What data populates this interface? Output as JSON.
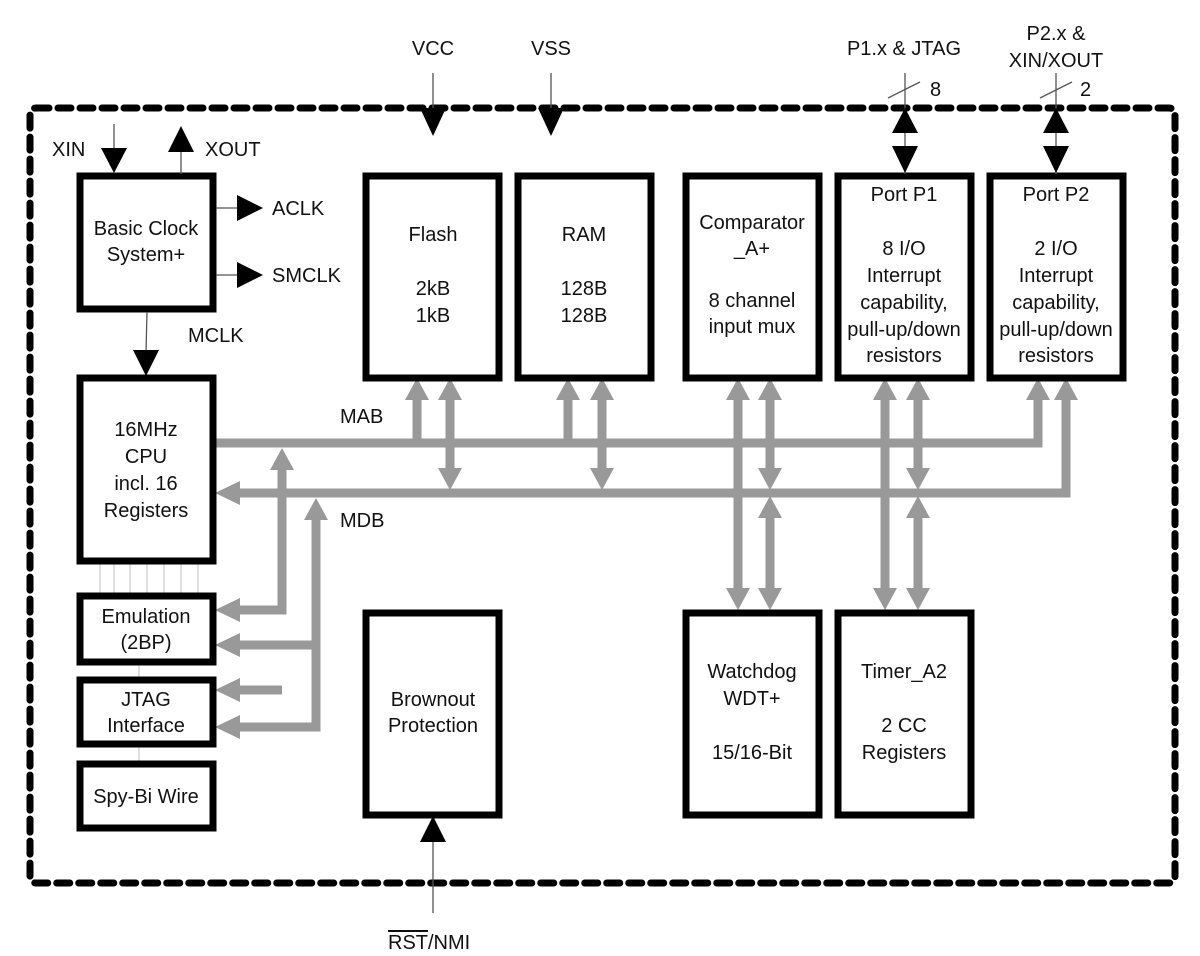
{
  "title": "MSP430 Functional Block Diagram",
  "colors": {
    "block_border": "#000000",
    "bus": "#999999",
    "boundary": "#000000"
  },
  "external_pins": {
    "vcc": "VCC",
    "vss": "VSS",
    "p1": "P1.x & JTAG",
    "p1_width": "8",
    "p2_line1": "P2.x &",
    "p2_line2": "XIN/XOUT",
    "p2_width": "2",
    "xin": "XIN",
    "xout": "XOUT",
    "rst_bar": "RST",
    "rst_rest": "/NMI"
  },
  "clock_signals": {
    "aclk": "ACLK",
    "smclk": "SMCLK",
    "mclk": "MCLK"
  },
  "buses": {
    "mab": "MAB",
    "mdb": "MDB"
  },
  "blocks": {
    "clock": [
      "Basic Clock",
      "System+"
    ],
    "flash": [
      "Flash",
      "",
      "2kB",
      "1kB"
    ],
    "ram": [
      "RAM",
      "",
      "128B",
      "128B"
    ],
    "comparator": [
      "Comparator",
      "_A+",
      "",
      "8 channel",
      "input mux"
    ],
    "port1": [
      "Port P1",
      "",
      "8 I/O",
      "Interrupt",
      "capability,",
      "pull-up/down",
      "resistors"
    ],
    "port2": [
      "Port P2",
      "",
      "2 I/O",
      "Interrupt",
      "capability,",
      "pull-up/down",
      "resistors"
    ],
    "cpu": [
      "16MHz",
      "CPU",
      "incl. 16",
      "Registers"
    ],
    "emulation": [
      "Emulation",
      "(2BP)"
    ],
    "jtag": [
      "JTAG",
      "Interface"
    ],
    "spybiwire": [
      "Spy-Bi Wire"
    ],
    "brownout": [
      "Brownout",
      "Protection"
    ],
    "watchdog": [
      "Watchdog",
      "WDT+",
      "",
      "15/16-Bit"
    ],
    "timer": [
      "Timer_A2",
      "",
      "2 CC",
      "Registers"
    ]
  }
}
